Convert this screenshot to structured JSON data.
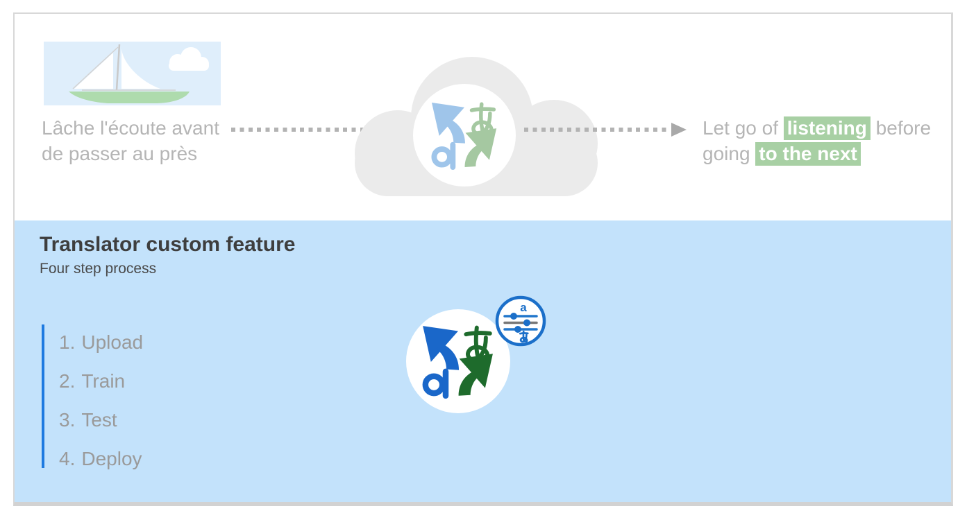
{
  "flow": {
    "source": {
      "line1": "Lâche l'écoute avant",
      "line2": "de passer au près"
    },
    "target": {
      "seg1": "Let go of ",
      "highlight1": "listening",
      "seg2": " before",
      "seg3": "going ",
      "highlight2": "to the next"
    }
  },
  "feature": {
    "title": "Translator custom feature",
    "subtitle": "Four step process",
    "steps": [
      {
        "number": "1.",
        "label": "Upload"
      },
      {
        "number": "2.",
        "label": "Train"
      },
      {
        "number": "3.",
        "label": "Test"
      },
      {
        "number": "4.",
        "label": "Deploy"
      }
    ]
  },
  "icons": {
    "sailboat": "sailboat-scene-icon",
    "flow_arrow": "dotted-arrow-icon",
    "cloud": "translation-cloud-icon",
    "translator_logo": "translator-logo-icon",
    "customization_badge": "settings-sliders-badge-icon"
  },
  "colors": {
    "section_background": "#C3E2FB",
    "accent_bar_blue": "#1E7AE0",
    "highlight_green": "#A8D0A4",
    "logo_blue": "#1A67C9",
    "logo_green": "#1E6B2C",
    "cloud_gray": "#EBEBEB",
    "caption_gray": "#B5B5B5",
    "boat_sky": "#DFEEFB",
    "boat_hull_green": "#AEDBAD"
  }
}
